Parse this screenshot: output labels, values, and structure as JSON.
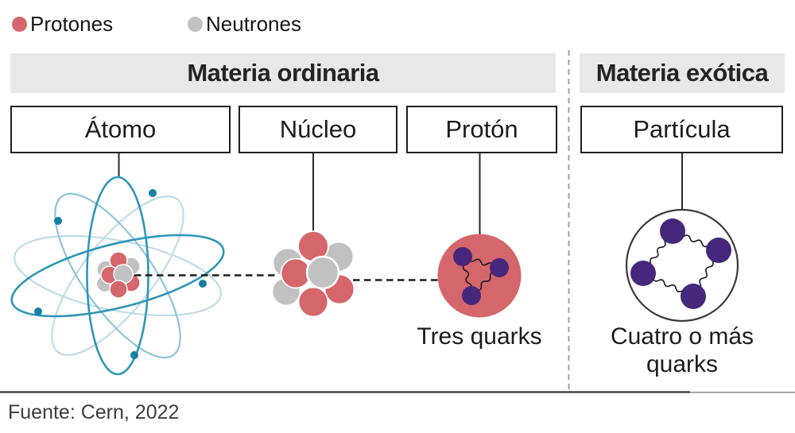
{
  "legend": {
    "items": [
      {
        "label": "Protones",
        "color": "#d5666b"
      },
      {
        "label": "Neutrones",
        "color": "#c2c1c1"
      }
    ]
  },
  "sections": {
    "ordinary": {
      "title": "Materia ordinaria"
    },
    "exotic": {
      "title": "Materia exótica"
    }
  },
  "labels": {
    "atom": "Átomo",
    "nucleus": "Núcleo",
    "proton": "Protón",
    "particle": "Partícula",
    "proton_caption": "Tres quarks",
    "particle_caption_line1": "Cuatro o más",
    "particle_caption_line2": "quarks"
  },
  "footer": {
    "source": "Fuente: Cern, 2022"
  },
  "colors": {
    "proton_red": "#d5666b",
    "neutron_gray": "#c2c1c1",
    "quark_purple": "#46277b",
    "orbit_teal": "#2f96b6",
    "orbit_light_teal": "#bedde8",
    "electron_teal": "#1580a6",
    "header_bar_gray": "#e9e8e9",
    "text_dark": "#1a1a1a"
  }
}
